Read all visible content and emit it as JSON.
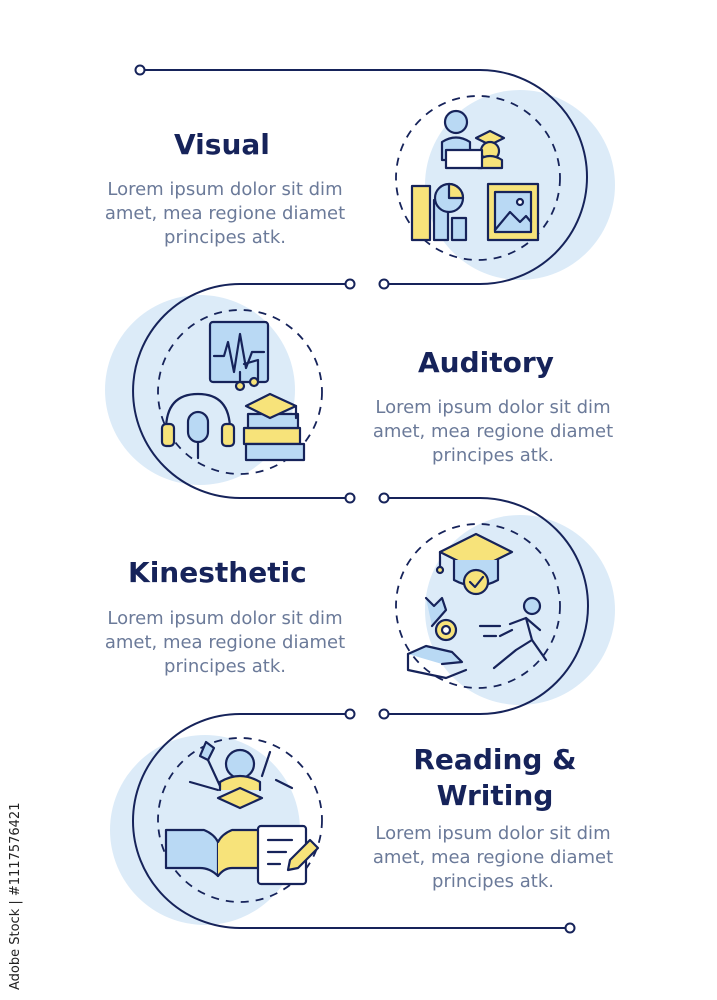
{
  "steps": [
    {
      "title": "Visual",
      "lines": [
        "Lorem ipsum dolor sit dim",
        "amet, mea regione diamet",
        "principes atk."
      ]
    },
    {
      "title": "Auditory",
      "lines": [
        "Lorem ipsum dolor sit dim",
        "amet, mea regione diamet",
        "principes atk."
      ]
    },
    {
      "title": "Kinesthetic",
      "lines": [
        "Lorem ipsum dolor sit dim",
        "amet, mea regione diamet",
        "principes atk."
      ]
    },
    {
      "title_lines": [
        "Reading &",
        "Writing"
      ],
      "lines": [
        "Lorem ipsum dolor sit dim",
        "amet, mea regione diamet",
        "principes atk."
      ]
    }
  ],
  "watermark": "Adobe Stock | #1117576421",
  "colors": {
    "line": "#16235a",
    "circle": "#dcebf8",
    "accent": "#f7e37a",
    "icon_fill": "#b9d9f4"
  }
}
